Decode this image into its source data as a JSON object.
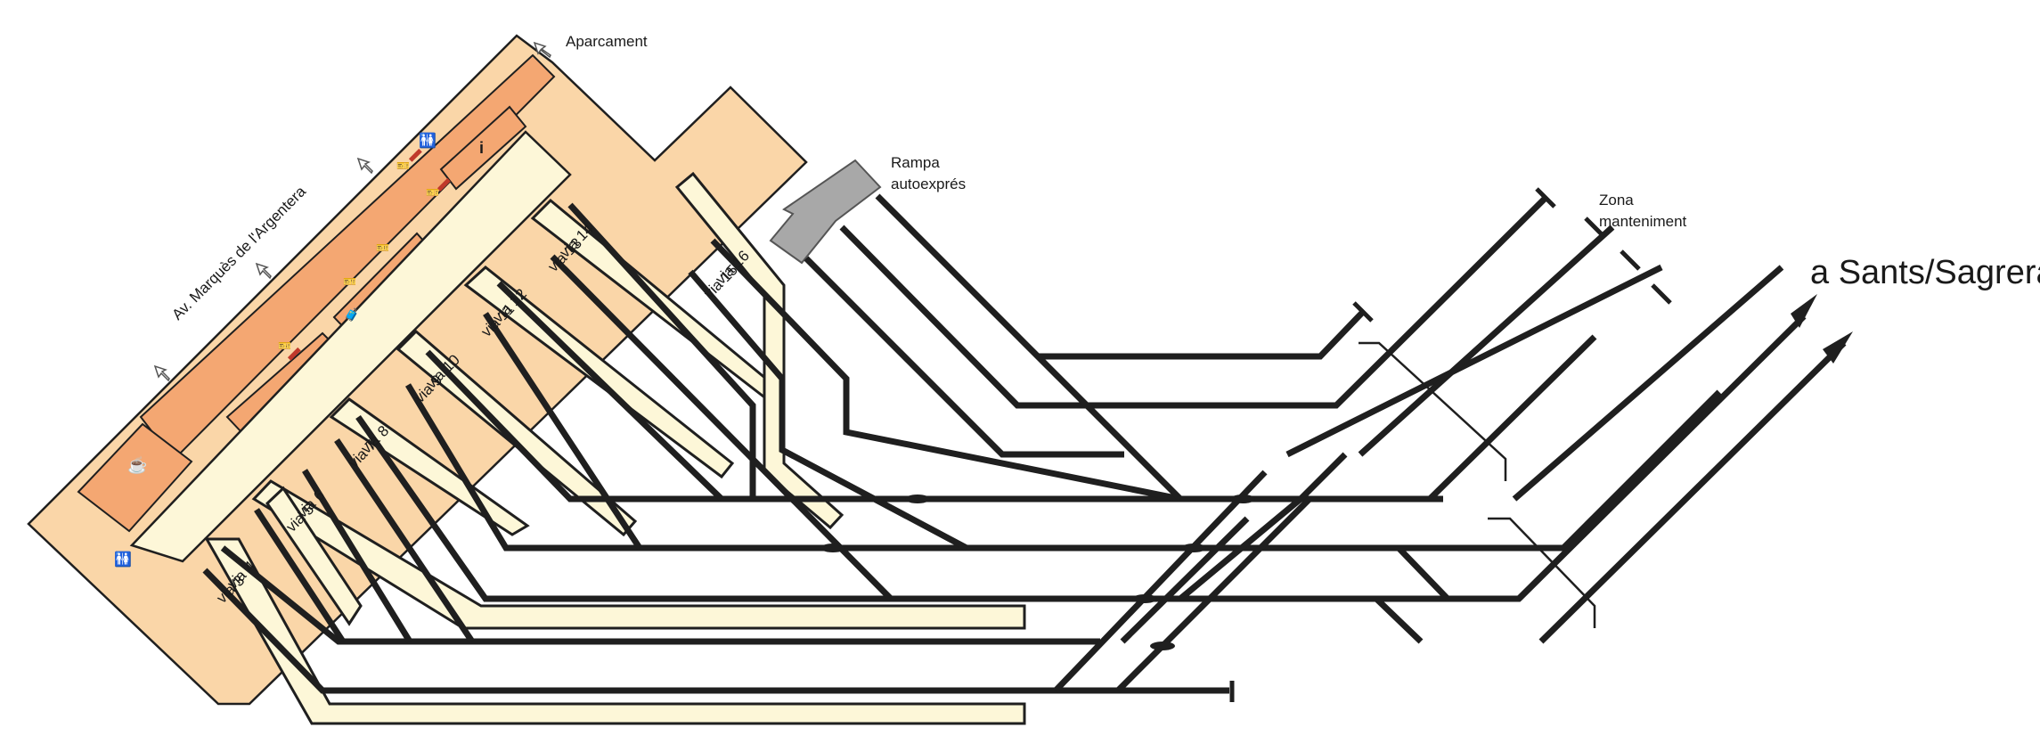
{
  "labels": {
    "aparcament": "Aparcament",
    "street": "Av. Marquès de l'Argentera",
    "rampa_line1": "Rampa",
    "rampa_line2": "autoexprés",
    "zona_line1": "Zona",
    "zona_line2": "manteniment",
    "destination": "a Sants/Sagrera"
  },
  "tracks": [
    {
      "id": "via-3",
      "label": "via 3"
    },
    {
      "id": "via-4",
      "label": "via 4"
    },
    {
      "id": "via-5",
      "label": "via 5"
    },
    {
      "id": "via-6",
      "label": "via 6"
    },
    {
      "id": "via-7",
      "label": "via 7"
    },
    {
      "id": "via-8",
      "label": "via 8"
    },
    {
      "id": "via-9",
      "label": "via 9"
    },
    {
      "id": "via-10",
      "label": "via 10"
    },
    {
      "id": "via-11",
      "label": "via 11"
    },
    {
      "id": "via-12",
      "label": "via 12"
    },
    {
      "id": "via-13",
      "label": "via 13"
    },
    {
      "id": "via-14",
      "label": "via 14"
    },
    {
      "id": "via-15",
      "label": "via 15"
    },
    {
      "id": "via-16",
      "label": "via 16"
    }
  ],
  "icons": [
    "info-icon",
    "toilets-icon",
    "toilets-icon",
    "cafe-icon",
    "ticket-machine-icon",
    "locker-icon",
    "entrance-arrow-icon"
  ],
  "colors": {
    "building_light": "#fad6a8",
    "building_dark": "#f4a772",
    "platform": "#fdf7d8",
    "ramp": "#a8a8a8",
    "track": "#1f1f1f"
  }
}
